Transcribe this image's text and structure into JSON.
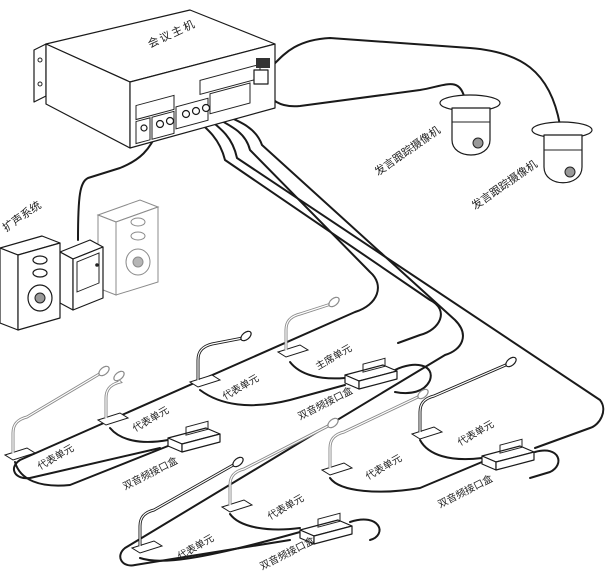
{
  "diagram": {
    "type": "conference-system-wiring",
    "host": {
      "label": "会议主机"
    },
    "sound_system": {
      "label": "扩声系统"
    },
    "cameras": [
      {
        "label": "发言跟踪摄像机"
      },
      {
        "label": "发言跟踪摄像机"
      }
    ],
    "interface_boxes": [
      {
        "label": "双音频接口盒",
        "position": "center"
      },
      {
        "label": "双音频接口盒",
        "position": "left"
      },
      {
        "label": "双音频接口盒",
        "position": "right"
      },
      {
        "label": "双音频接口盒",
        "position": "bottom"
      }
    ],
    "units": [
      {
        "label": "代表单元",
        "group": "center"
      },
      {
        "label": "主席单元",
        "group": "center"
      },
      {
        "label": "代表单元",
        "group": "left"
      },
      {
        "label": "代表单元",
        "group": "left"
      },
      {
        "label": "代表单元",
        "group": "right"
      },
      {
        "label": "代表单元",
        "group": "right"
      },
      {
        "label": "代表单元",
        "group": "bottom"
      },
      {
        "label": "代表单元",
        "group": "bottom"
      }
    ],
    "colors": {
      "line": "#1a1a1a",
      "background": "#ffffff",
      "accent_gray": "#9a9a9a"
    }
  }
}
